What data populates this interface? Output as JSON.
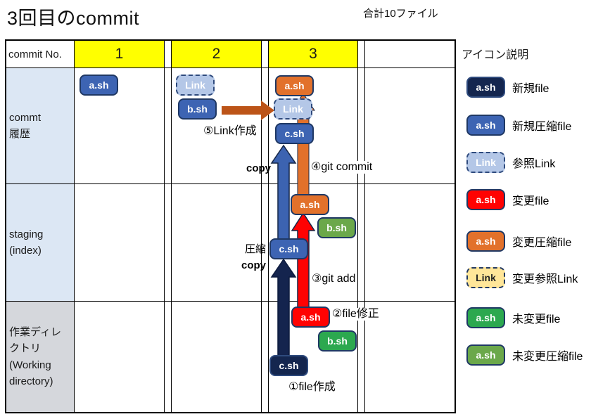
{
  "title": "3回目のcommit",
  "subtitle": "合計10ファイル",
  "table": {
    "corner": "commit No.",
    "col1": "1",
    "col2": "2",
    "col3": "3",
    "row_commit": "commt\n履歴",
    "row_staging": "staging\n(index)",
    "row_working": "作業ディレ\nクトリ\n(Working\ndirectory)"
  },
  "diagram": {
    "commit1_a": "a.sh",
    "commit2_link": "Link",
    "commit2_b": "b.sh",
    "commit3_a": "a.sh",
    "commit3_link": "Link",
    "commit3_c": "c.sh",
    "staging_a": "a.sh",
    "staging_b": "b.sh",
    "staging_c": "c.sh",
    "working_a": "a.sh",
    "working_b": "b.sh",
    "working_c": "c.sh",
    "label_link_create": "⑤Link作成",
    "label_copy_top": "copy",
    "label_git_commit": "④git commit",
    "label_compress": "圧縮",
    "label_copy_mid": "copy",
    "label_git_add": "③git add",
    "label_file_edit": "②file修正",
    "label_file_create": "①file作成"
  },
  "legend": {
    "title": "アイコン説明",
    "items": [
      {
        "box": "a.sh",
        "label": "新規file"
      },
      {
        "box": "a.sh",
        "label": "新規圧縮file"
      },
      {
        "box": "Link",
        "label": "参照Link"
      },
      {
        "box": "a.sh",
        "label": "変更file"
      },
      {
        "box": "a.sh",
        "label": "変更圧縮file"
      },
      {
        "box": "Link",
        "label": "変更参照Link"
      },
      {
        "box": "a.sh",
        "label": "未変更file"
      },
      {
        "box": "a.sh",
        "label": "未変更圧縮file"
      }
    ]
  },
  "colors": {
    "new_file": "#14264F",
    "new_compressed_file": "#3D64B3",
    "ref_link": "#B4C7E7",
    "changed_file": "#FF0202",
    "changed_compressed_file": "#E2712B",
    "changed_ref_link": "#FFE699",
    "unchanged_file": "#2CA84F",
    "unchanged_compressed_file": "#6BA84A",
    "header_highlight": "#FFFF00",
    "copy_arrow": "#3C63B1",
    "compress_copy_arrow": "#14244E",
    "git_add_arrow": "#FF0202",
    "git_commit_arrow": "#E2712B",
    "link_create_arrow": "#BC5418"
  }
}
